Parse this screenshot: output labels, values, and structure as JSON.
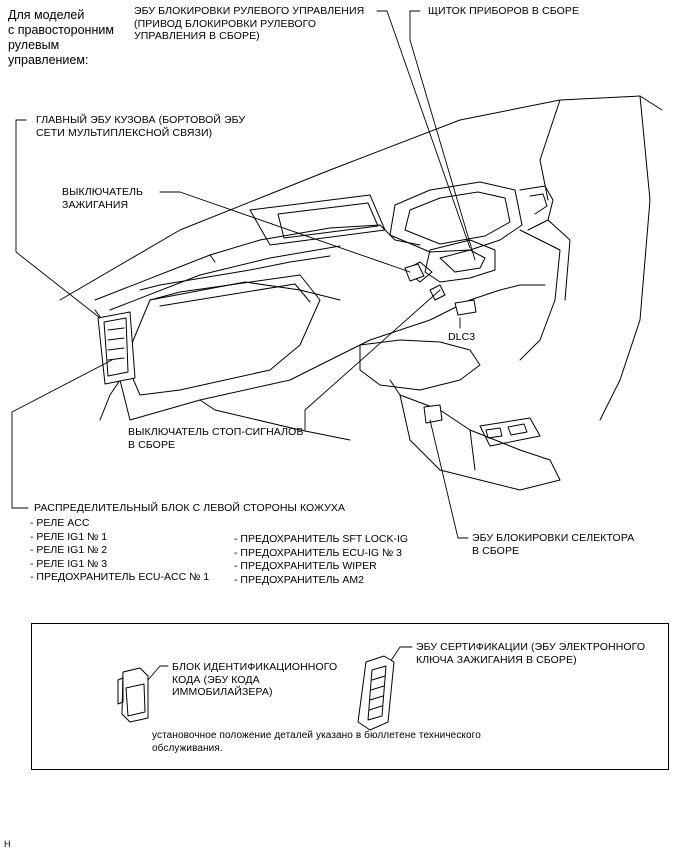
{
  "header": {
    "text": "Для моделей\nс правосторонним\nрулевым\nуправлением:"
  },
  "labels": {
    "steering_lock_ecu": "ЭБУ БЛОКИРОВКИ РУЛЕВОГО УПРАВЛЕНИЯ\n(ПРИВОД БЛОКИРОВКИ РУЛЕВОГО\nУПРАВЛЕНИЯ В СБОРЕ)",
    "instrument_cluster": "ЩИТОК ПРИБОРОВ В СБОРЕ",
    "main_body_ecu": "ГЛАВНЫЙ ЭБУ КУЗОВА (БОРТОВОЙ ЭБУ\nСЕТИ МУЛЬТИПЛЕКСНОЙ СВЯЗИ)",
    "ignition_switch": "ВЫКЛЮЧАТЕЛЬ\nЗАЖИГАНИЯ",
    "dlc3": "DLC3",
    "stop_lamp_switch": "ВЫКЛЮЧАТЕЛЬ СТОП-СИГНАЛОВ\nВ СБОРЕ",
    "junction_block": "РАСПРЕДЕЛИТЕЛЬНЫЙ БЛОК С ЛЕВОЙ СТОРОНЫ КОЖУХА",
    "shift_lock_ecu": "ЭБУ БЛОКИРОВКИ СЕЛЕКТОРА\nВ СБОРЕ",
    "transponder": "БЛОК ИДЕНТИФИКАЦИОННОГО\nКОДА (ЭБУ КОДА\nИММОБИЛАЙЗЕРА)",
    "certification_ecu": "ЭБУ СЕРТИФИКАЦИИ (ЭБУ ЭЛЕКТРОННОГО\nКЛЮЧА ЗАЖИГАНИЯ В СБОРЕ)",
    "note": "установочное положение деталей указано в бюллетене технического\nобслуживания.",
    "corner": "H"
  },
  "junction_block_items_left": [
    "- РЕЛЕ ACC",
    "- РЕЛЕ IG1 № 1",
    "- РЕЛЕ IG1 № 2",
    "- РЕЛЕ IG1 № 3",
    "- ПРЕДОХРАНИТЕЛЬ ECU-ACC № 1"
  ],
  "junction_block_items_right": [
    "- ПРЕДОХРАНИТЕЛЬ SFT LOCK-IG",
    "- ПРЕДОХРАНИТЕЛЬ ECU-IG № 3",
    "- ПРЕДОХРАНИТЕЛЬ WIPER",
    "- ПРЕДОХРАНИТЕЛЬ AM2"
  ]
}
